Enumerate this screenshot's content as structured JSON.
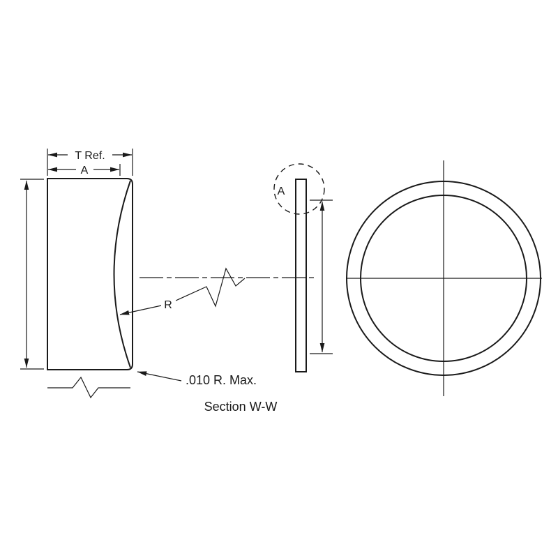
{
  "drawing": {
    "caption": "Section W-W",
    "labels": {
      "thickness_ref": "T Ref.",
      "dim_a_top": "A",
      "radius_ref": "R",
      "detail_a": "A",
      "corner_radius_note": ".010 R. Max."
    },
    "colors": {
      "line": "#1a1a1a",
      "background": "#ffffff"
    }
  }
}
